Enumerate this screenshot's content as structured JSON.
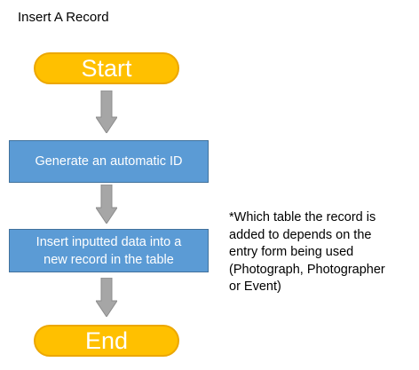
{
  "diagram": {
    "title": "Insert A Record",
    "start_label": "Start",
    "step1_label": "Generate an automatic ID",
    "step2_label": "Insert inputted data into a\nnew record in the table",
    "end_label": "End",
    "note": "*Which table the record is\nadded to depends on the\nentry form being used\n(Photograph, Photographer\nor Event)"
  },
  "colors": {
    "terminator_fill": "#FFC000",
    "process_fill": "#5B9BD5",
    "arrow_fill": "#A6A6A6"
  }
}
